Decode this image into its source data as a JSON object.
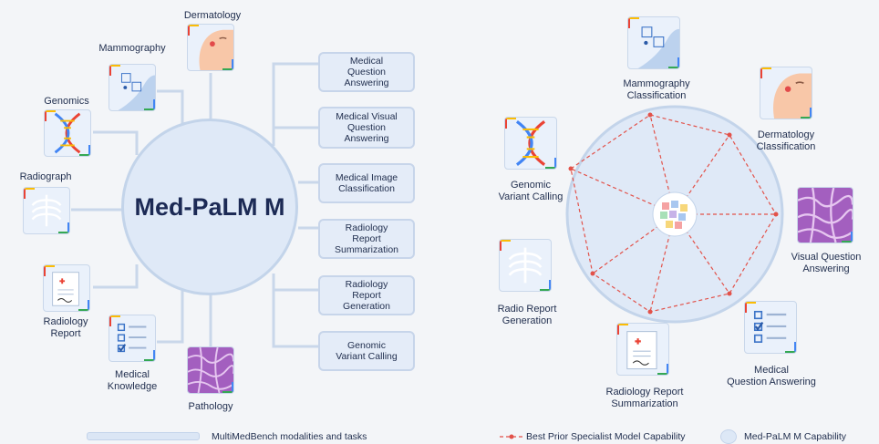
{
  "left_diagram": {
    "center_title": "Med-PaLM M",
    "modalities": [
      "Dermatology",
      "Mammography",
      "Genomics",
      "Radiograph",
      "Radiology Report",
      "Medical Knowledge",
      "Pathology"
    ],
    "tasks": [
      "Medical Question Answering",
      "Medical Visual Question Answering",
      "Medical Image Classification",
      "Radiology Report Summarization",
      "Radiology Report Generation",
      "Genomic Variant Calling"
    ]
  },
  "right_diagram": {
    "capabilities": [
      "Mammography Classification",
      "Dermatology Classification",
      "Visual Question Answering",
      "Medical Question Answering",
      "Radiology Report Summarization",
      "Radio Report Generation",
      "Genomic Variant Calling"
    ]
  },
  "legend": {
    "multimedbench": "MultiMedBench modalities and tasks",
    "specialist": "Best Prior Specialist Model Capability",
    "medpalm": "Med-PaLM M Capability"
  },
  "colors": {
    "hub_fill": "#dfe9f7",
    "task_fill": "#e4ecf8",
    "line": "#c9d7ea",
    "specialist_dash": "#e2524a"
  }
}
